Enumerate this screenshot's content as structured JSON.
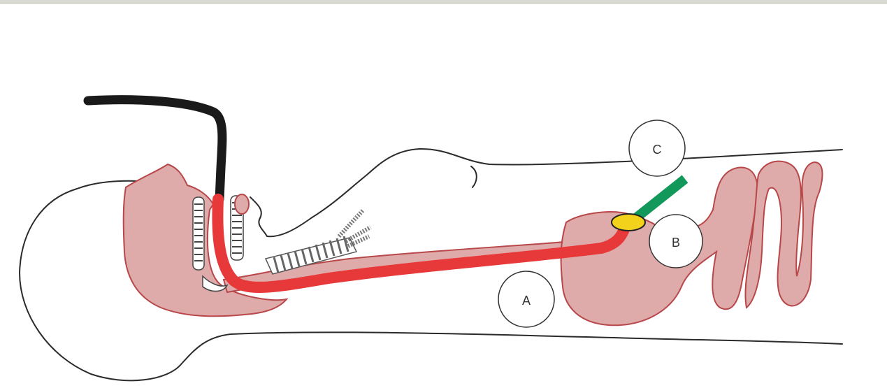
{
  "labels": {
    "a": "A",
    "b": "B",
    "c": "C"
  },
  "colors": {
    "tissue": "#deaaaa",
    "tissue_outline": "#b8474a",
    "scope_tube": "#e8393a",
    "endoscope_cable": "#1a1a1a",
    "gastrostomy_tube": "#12985a",
    "bumper": "#f2d21b",
    "trachea": "#c8c8c8",
    "body_outline": "#2b2b2b",
    "top_band": "#d9d9d4"
  },
  "icons": {
    "endoscope": "endoscope-cable",
    "peg_tube": "gastrostomy-tube",
    "bumper": "internal-bumper"
  }
}
